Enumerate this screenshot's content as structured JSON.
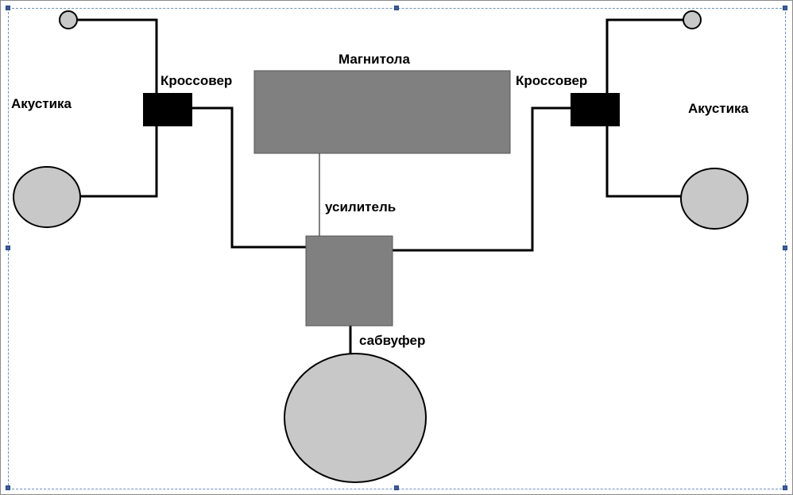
{
  "labels": {
    "head_unit": "Магнитола",
    "crossover_left": "Кроссовер",
    "crossover_right": "Кроссовер",
    "acoustics_left": "Акустика",
    "acoustics_right": "Акустика",
    "amplifier": "усилитель",
    "subwoofer": "сабвуфер"
  },
  "colors": {
    "head_unit_fill": "#808080",
    "amplifier_fill": "#808080",
    "crossover_fill": "#000000",
    "speaker_fill": "#c8c8c8",
    "wire": "#000000",
    "selection_border": "#6f8fc4"
  }
}
